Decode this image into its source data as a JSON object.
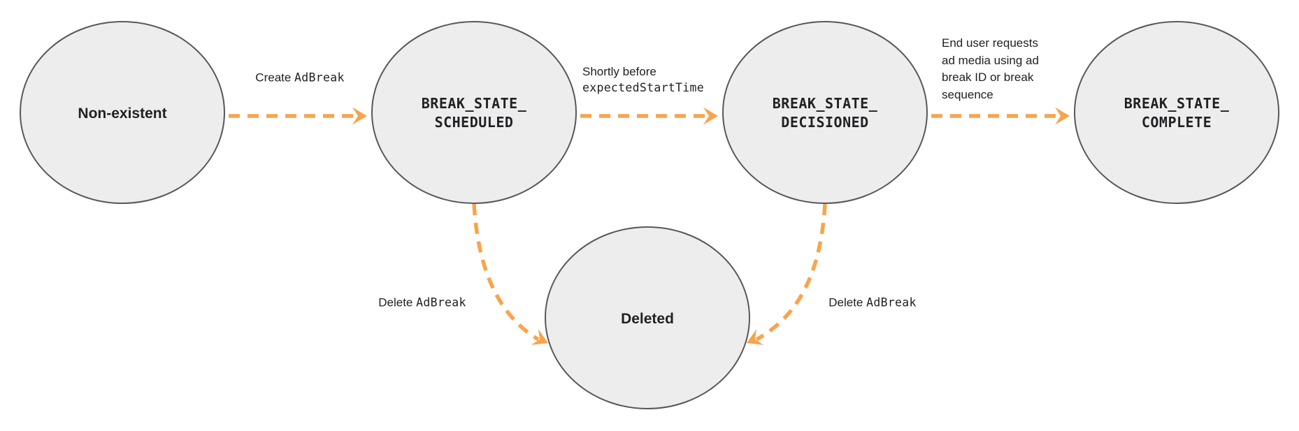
{
  "diagram": {
    "type": "state-diagram",
    "colors": {
      "arrow": "#F8A44C",
      "node_fill": "#EDEDED",
      "node_border": "#56585B",
      "text": "#202124"
    },
    "states": [
      {
        "label": "Non-existent"
      },
      {
        "label_line1": "BREAK_STATE_",
        "label_line2": "SCHEDULED"
      },
      {
        "label_line1": "BREAK_STATE_",
        "label_line2": "DECISIONED"
      },
      {
        "label_line1": "BREAK_STATE_",
        "label_line2": "COMPLETE"
      },
      {
        "label": "Deleted"
      }
    ],
    "transitions": [
      {
        "from": "Non-existent",
        "to": "BREAK_STATE_SCHEDULED",
        "event_plain": "Create ",
        "event_code": "AdBreak"
      },
      {
        "from": "BREAK_STATE_SCHEDULED",
        "to": "BREAK_STATE_DECISIONED",
        "event_plain": "Shortly before",
        "event_code": "expectedStartTime"
      },
      {
        "from": "BREAK_STATE_DECISIONED",
        "to": "BREAK_STATE_COMPLETE",
        "event_lines": [
          "End user requests",
          "ad media using ad",
          "break ID or break",
          "sequence"
        ]
      },
      {
        "from": "BREAK_STATE_SCHEDULED",
        "to": "Deleted",
        "event_plain": "Delete ",
        "event_code": "AdBreak"
      },
      {
        "from": "BREAK_STATE_DECISIONED",
        "to": "Deleted",
        "event_plain": "Delete ",
        "event_code": "AdBreak"
      }
    ]
  }
}
